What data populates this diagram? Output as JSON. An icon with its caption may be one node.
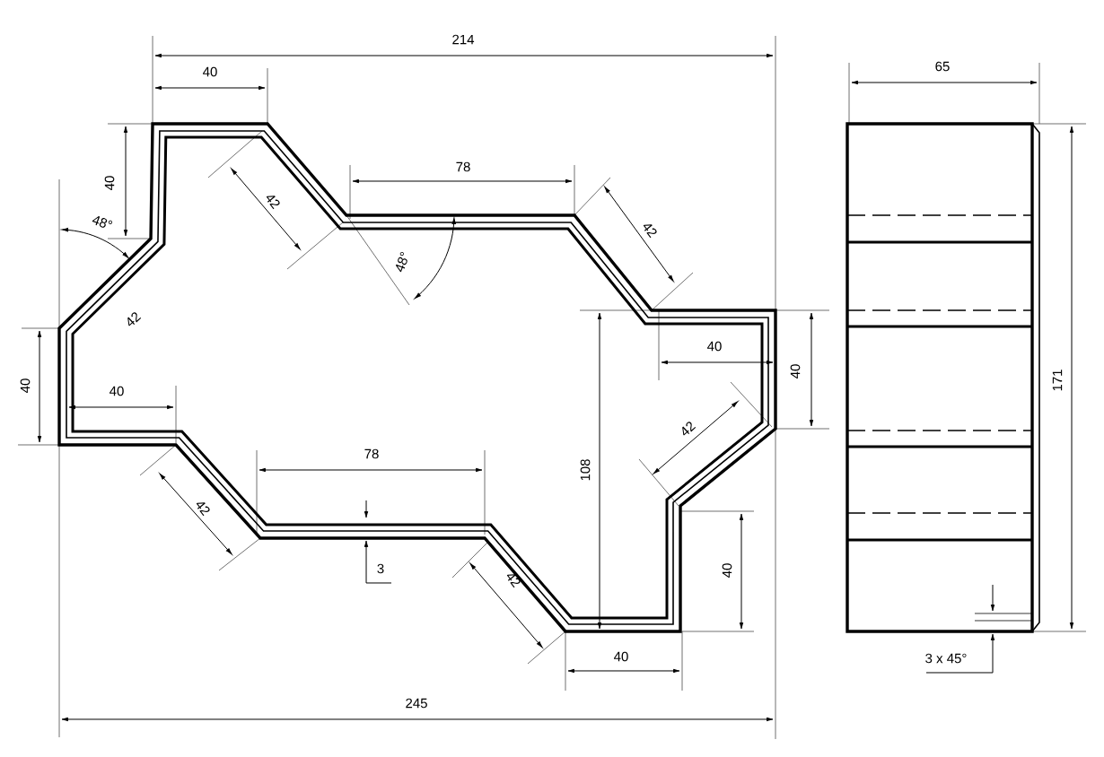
{
  "diagram": {
    "labels": [
      "214",
      "65",
      "40",
      "40",
      "78",
      "42",
      "48°",
      "42",
      "48°",
      "42",
      "40",
      "40",
      "171",
      "40",
      "40",
      "42",
      "78",
      "108",
      "42",
      "3",
      "40",
      "42",
      "3 x 45°",
      "40",
      "245"
    ]
  }
}
